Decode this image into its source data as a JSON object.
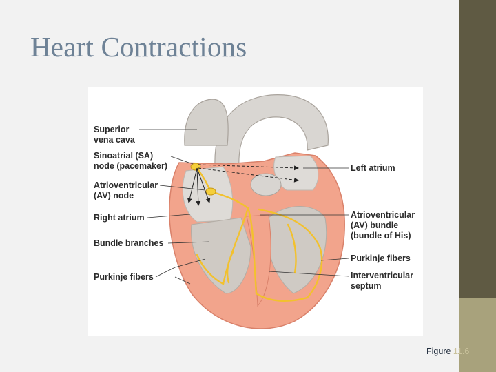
{
  "slide": {
    "title": "Heart Contractions",
    "caption_prefix": "Figure ",
    "caption_number": "11.6"
  },
  "diagram": {
    "labels_left": [
      "Superior\nvena cava",
      "Sinoatrial (SA)\nnode (pacemaker)",
      "Atrioventricular\n(AV) node",
      "Right atrium",
      "Bundle branches",
      "Purkinje fibers"
    ],
    "labels_right": [
      "Left atrium",
      "Atrioventricular\n(AV) bundle\n(bundle of His)",
      "Purkinje fibers",
      "Interventricular\nseptum"
    ]
  },
  "colors": {
    "title": "#6e8296",
    "sidebar_dark": "#5f5a43",
    "sidebar_light": "#a8a27c",
    "conduction": "#f2c12e",
    "myocardium": "#ef9a80"
  }
}
